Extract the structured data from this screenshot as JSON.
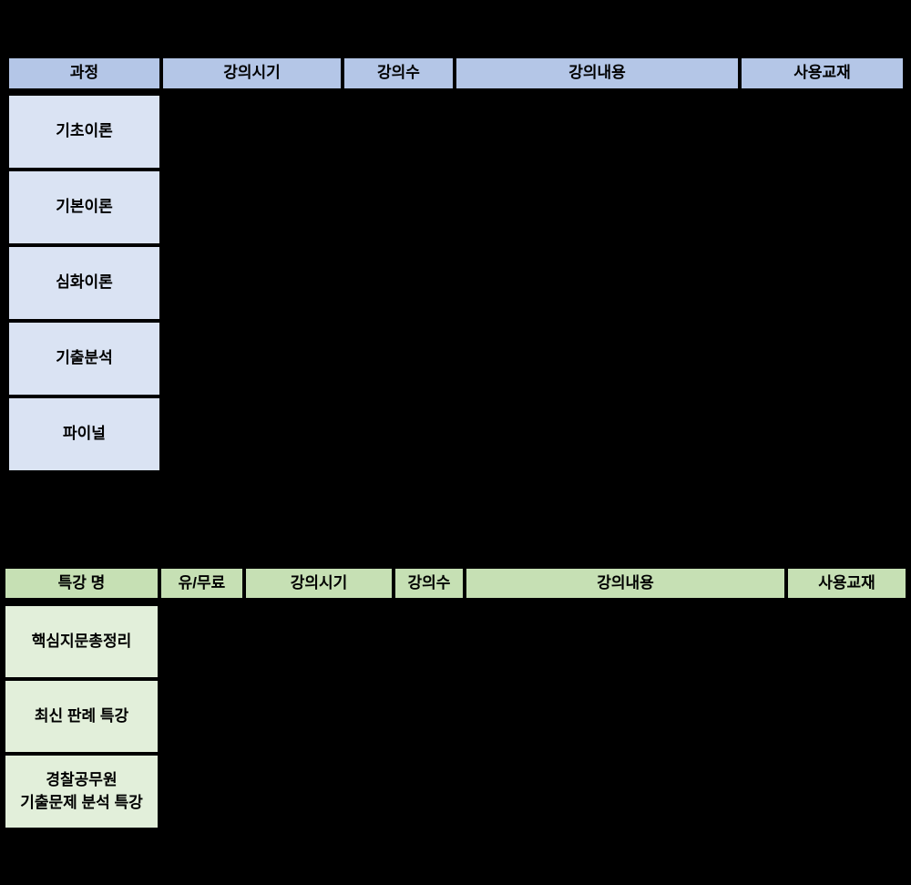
{
  "page": {
    "background_color": "#000000",
    "text_color": "#000000",
    "border_color": "#000000"
  },
  "course_table": {
    "header_bg": "#b4c6e7",
    "cell_bg": "#dae3f3",
    "headers": [
      "과정",
      "강의시기",
      "강의수",
      "강의내용",
      "사용교재"
    ],
    "rows": [
      "기초이론",
      "기본이론",
      "심화이론",
      "기출분석",
      "파이널"
    ]
  },
  "special_table": {
    "header_bg": "#c6e0b4",
    "cell_bg": "#e2efda",
    "headers": [
      "특강 명",
      "유/무료",
      "강의시기",
      "강의수",
      "강의내용",
      "사용교재"
    ],
    "rows": [
      "핵심지문총정리",
      "최신 판례 특강",
      "경찰공무원\n기출문제 분석 특강"
    ]
  }
}
